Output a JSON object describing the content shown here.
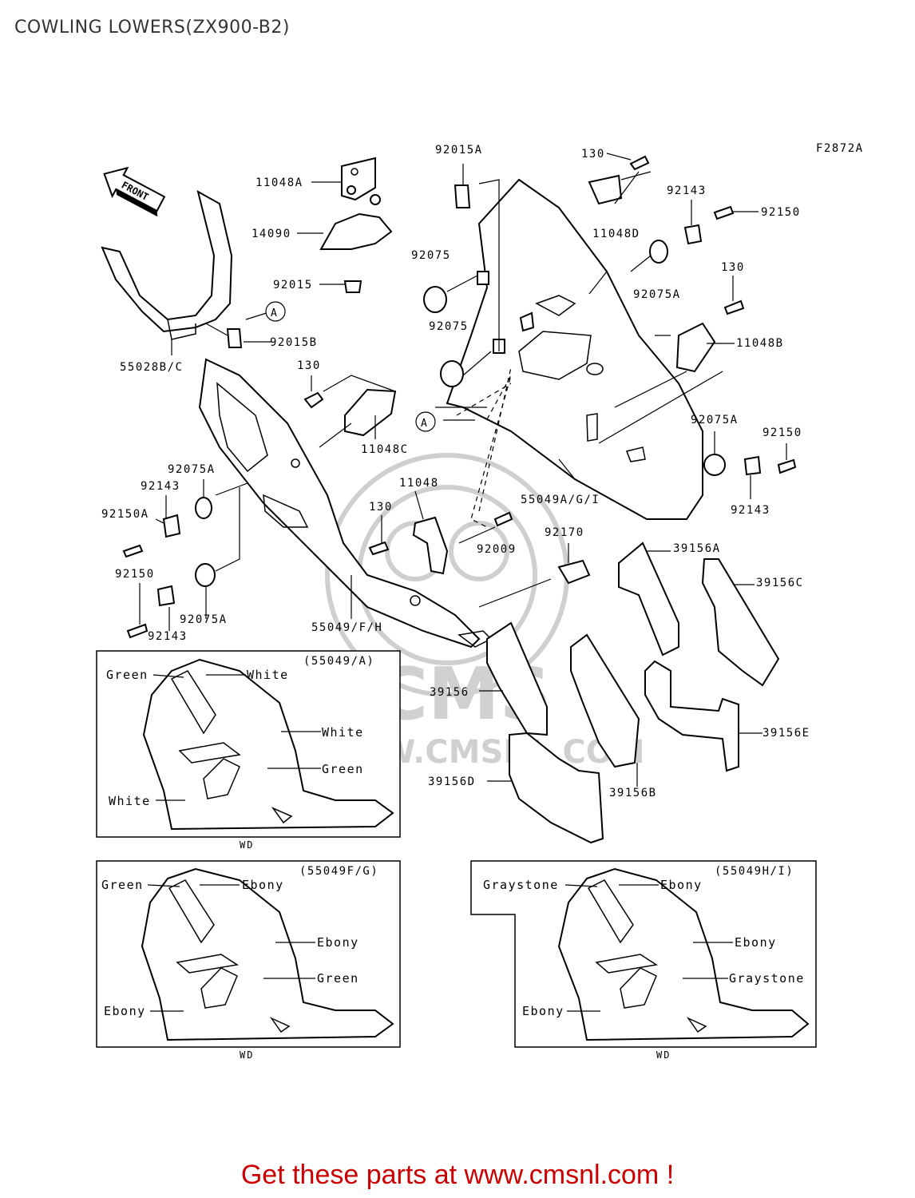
{
  "page": {
    "title": "COWLING LOWERS(ZX900-B2)",
    "footer": "Get these parts at www.cmsnl.com !",
    "figure_code": "F2872A"
  },
  "watermark": {
    "logo": "CMS",
    "url": "WWW.CMSNL.COM"
  },
  "arrow_label": "FRONT",
  "part_labels": {
    "p11048A": "11048A",
    "p14090": "14090",
    "p92015": "92015",
    "p55028BC": "55028B/C",
    "p92015B": "92015B",
    "p130_mid": "130",
    "p11048C": "11048C",
    "p92075A_l": "92075A",
    "p92143_l1": "92143",
    "p92150A": "92150A",
    "p92150_l": "92150",
    "p92075A_l2": "92075A",
    "p92143_l2": "92143",
    "p55049FH": "55049/F/H",
    "p11048": "11048",
    "p130_low": "130",
    "p92009": "92009",
    "p92170": "92170",
    "p92015A": "92015A",
    "p92075_1": "92075",
    "p92075_2": "92075",
    "p130_top": "130",
    "p11048D": "11048D",
    "p92143_r1": "92143",
    "p92150_r1": "92150",
    "p92075A_r1": "92075A",
    "p130_r": "130",
    "p11048B": "11048B",
    "p92075A_r2": "92075A",
    "p92150_r2": "92150",
    "p92143_r2": "92143",
    "p55049AGI": "55049A/G/I",
    "p39156A": "39156A",
    "p39156C": "39156C",
    "p39156": "39156",
    "p39156E": "39156E",
    "p39156D": "39156D",
    "p39156B": "39156B",
    "callout_a": "A"
  },
  "color_boxes": [
    {
      "header": "(55049/A)",
      "footer": "WD",
      "labels": [
        "Green",
        "White",
        "White",
        "Green",
        "White"
      ]
    },
    {
      "header": "(55049F/G)",
      "footer": "WD",
      "labels": [
        "Green",
        "Ebony",
        "Ebony",
        "Green",
        "Ebony"
      ]
    },
    {
      "header": "(55049H/I)",
      "footer": "WD",
      "labels": [
        "Graystone",
        "Ebony",
        "Ebony",
        "Graystone",
        "Ebony"
      ]
    }
  ]
}
